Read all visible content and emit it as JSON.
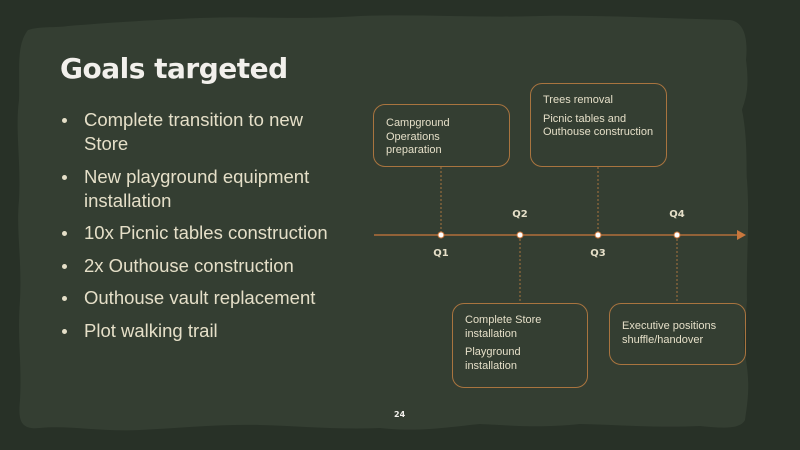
{
  "slide": {
    "title": "Goals targeted",
    "page_number": "24",
    "colors": {
      "outer_background": "#283127",
      "panel_background": "#343e32",
      "accent": "#c9773d",
      "box_border": "#a9743f",
      "text": "#e5dfc8",
      "title": "#f2f0ec"
    }
  },
  "goals": [
    "Complete transition to new Store",
    "New playground equipment installation",
    "10x Picnic tables construction",
    "2x Outhouse construction",
    "Outhouse vault replacement",
    "Plot walking trail"
  ],
  "timeline": {
    "quarters": [
      "Q1",
      "Q2",
      "Q3",
      "Q4"
    ],
    "milestones": [
      {
        "quarter": "Q1",
        "position": "above",
        "items": [
          "Campground Operations preparation"
        ]
      },
      {
        "quarter": "Q2",
        "position": "below",
        "items": [
          "Complete Store installation",
          "Playground installation"
        ]
      },
      {
        "quarter": "Q3",
        "position": "above",
        "items": [
          "Trees removal",
          "Picnic tables and Outhouse construction"
        ]
      },
      {
        "quarter": "Q4",
        "position": "below",
        "items": [
          "Executive positions shuffle/handover"
        ]
      }
    ]
  }
}
